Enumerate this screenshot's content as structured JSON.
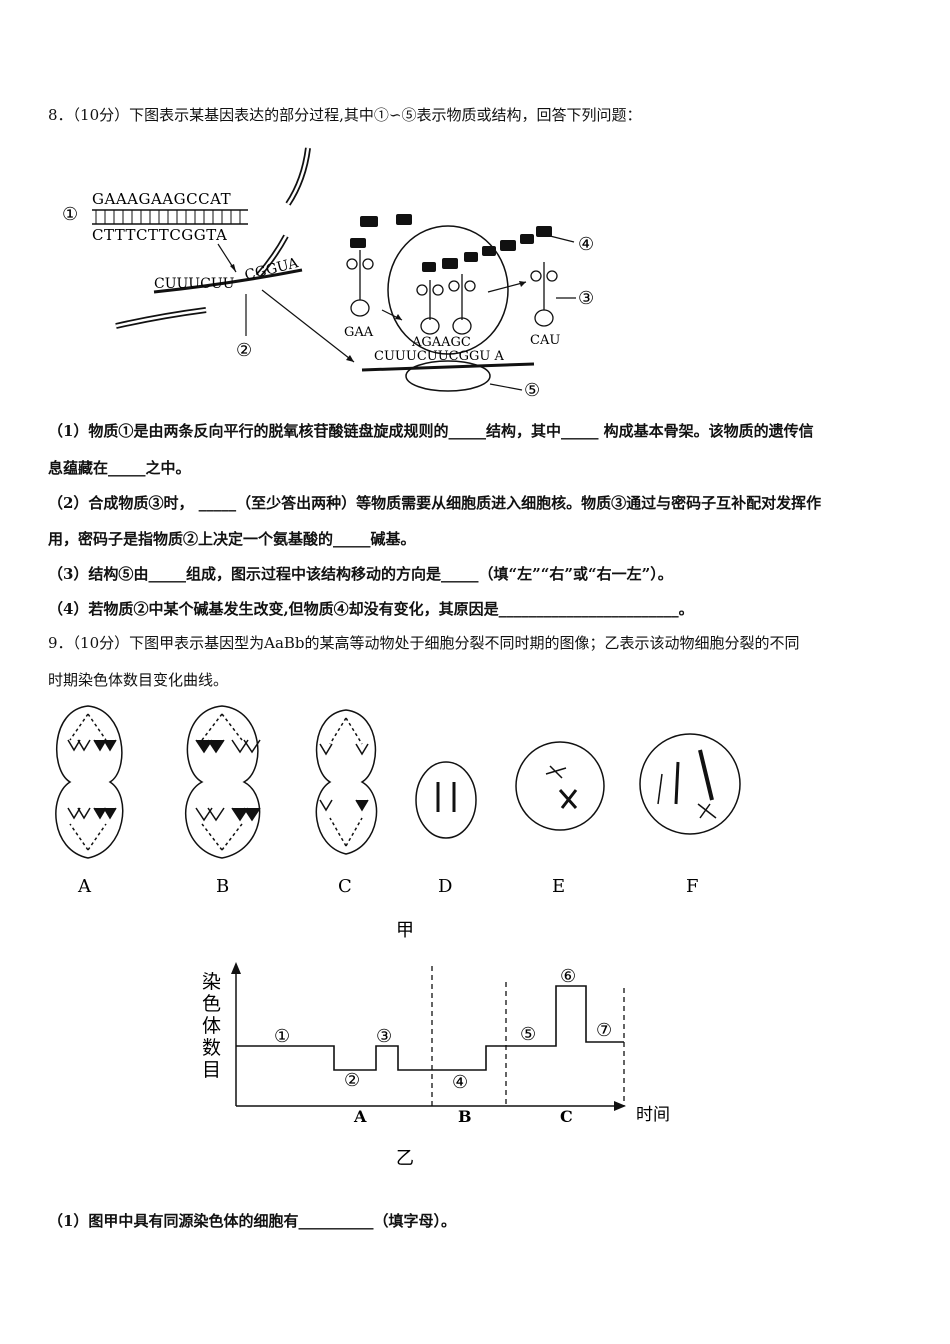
{
  "q8": {
    "stem": "8．（10分）下图表示某基因表达的部分过程,其中①∽⑤表示物质或结构，回答下列问题：",
    "figure": {
      "label1": "①",
      "top_strand": "GAAAGAAGCCAT",
      "bottom_strand": "CTTTCTTCGGTA",
      "mrna_left": "CUUUCUU",
      "mrna_right": "CGGUA",
      "label2": "②",
      "label3": "③",
      "label4": "④",
      "label5": "⑤",
      "anticodon1": "GAA",
      "anticodon_mid": "AGAAGC",
      "anticodon3": "CAU",
      "mrna_ribosome": "CUUUCUUCGGU A"
    },
    "p1a": "（1）物质①是由两条反向平行的脱氧核苷酸链盘旋成规则的_____结构，其中_____ 构成基本骨架。该物质的遗传信",
    "p1b": "息蕴藏在_____之中。",
    "p2a": "（2）合成物质③时， _____（至少答出两种）等物质需要从细胞质进入细胞核。物质③通过与密码子互补配对发挥作",
    "p2b": "用，密码子是指物质②上决定一个氨基酸的_____碱基。",
    "p3": "（3）结构⑤由_____组成，图示过程中该结构移动的方向是_____（填“左”“右”或“右一左”）。",
    "p4": "（4）若物质②中某个碱基发生改变,但物质④却没有变化，其原因是________________________。"
  },
  "q9": {
    "stem_a": "9．（10分）下图甲表示基因型为AaBb的某高等动物处于细胞分裂不同时期的图像；乙表示该动物细胞分裂的不同",
    "stem_b": "时期染色体数目变化曲线。",
    "cells": [
      "A",
      "B",
      "C",
      "D",
      "E",
      "F"
    ],
    "fig_jia": "甲",
    "fig_yi": "乙",
    "graph": {
      "ylabel": "染色体数目",
      "xlabel": "时间",
      "segments": [
        "①",
        "②",
        "③",
        "④",
        "⑤",
        "⑥",
        "⑦"
      ],
      "phases": [
        "A",
        "B",
        "C"
      ]
    },
    "p1": "（1）图甲中具有同源染色体的细胞有__________（填字母）。"
  }
}
